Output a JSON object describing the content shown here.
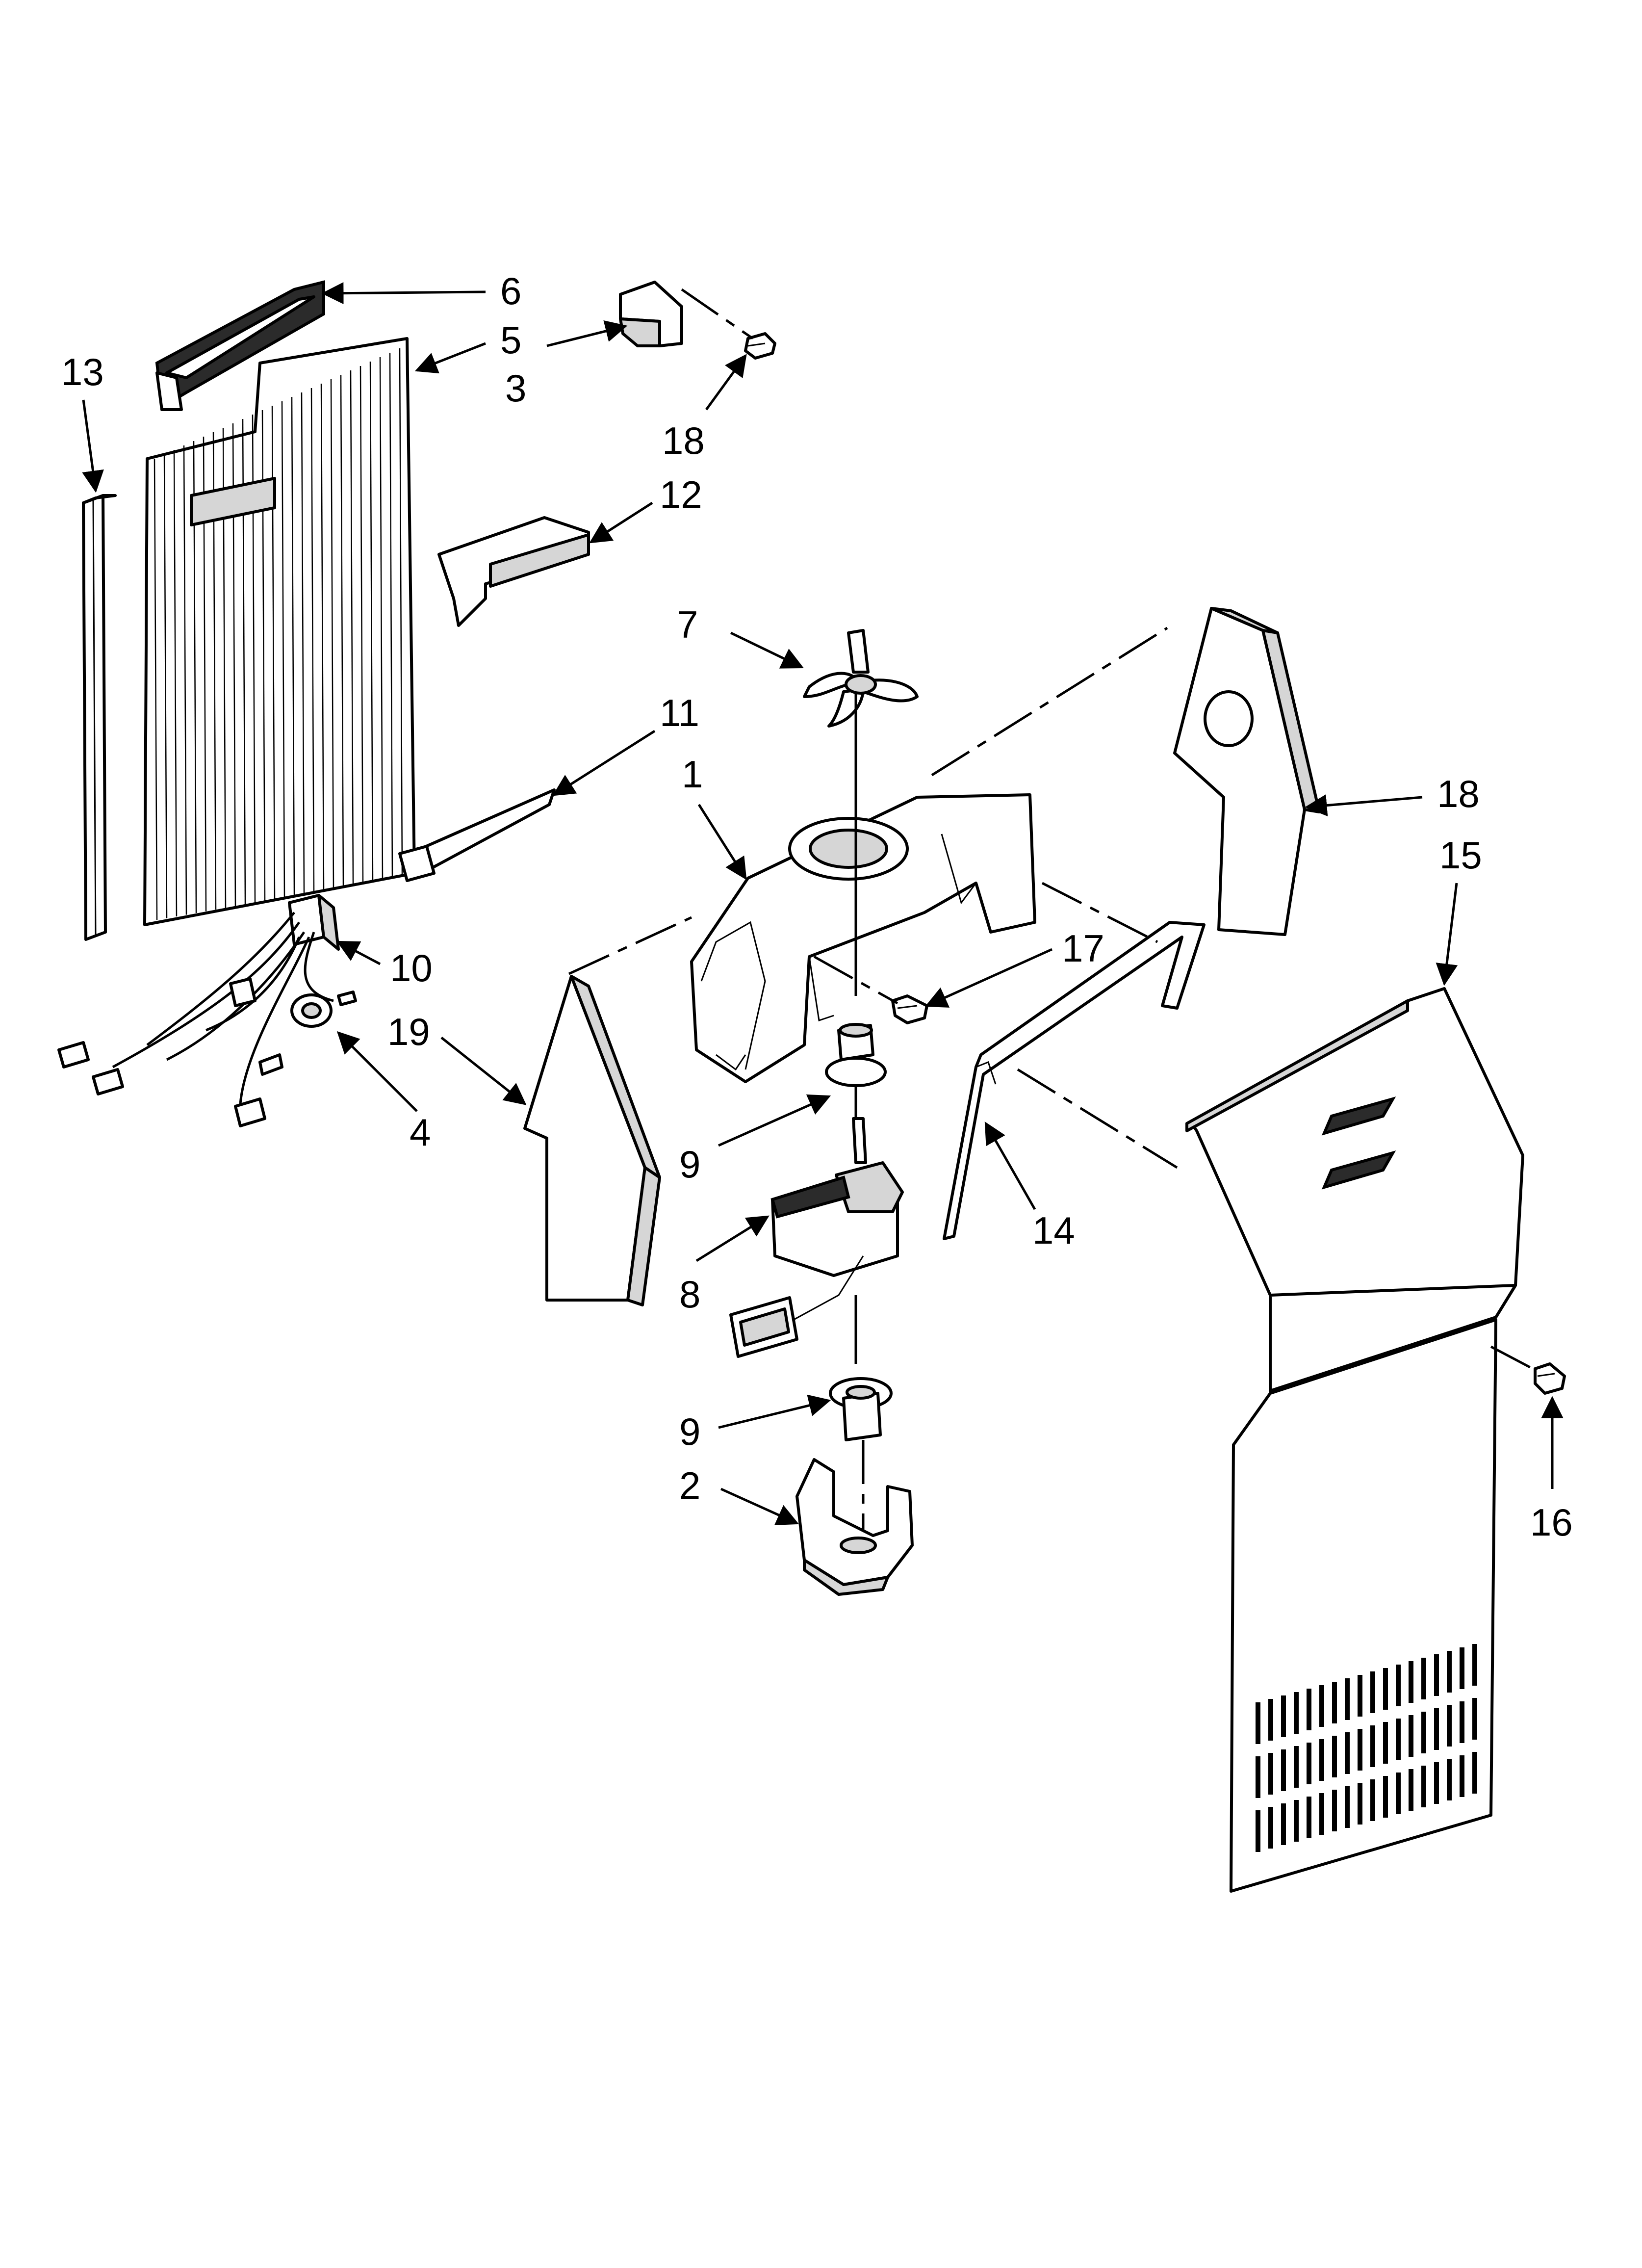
{
  "diagram": {
    "callouts": [
      "1",
      "2",
      "3",
      "4",
      "5",
      "6",
      "7",
      "8",
      "9",
      "9",
      "10",
      "11",
      "12",
      "13",
      "14",
      "15",
      "16",
      "17",
      "18",
      "18",
      "19"
    ]
  }
}
